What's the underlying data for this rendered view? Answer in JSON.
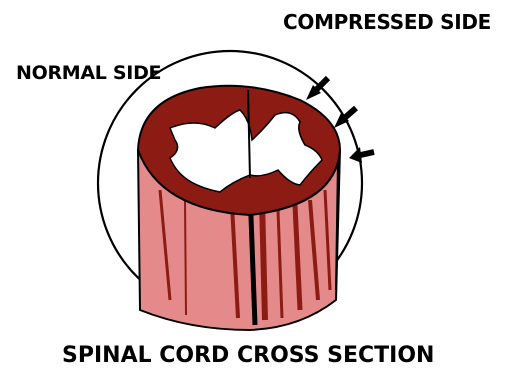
{
  "labels": {
    "compressed_side": "COMPRESSED SIDE",
    "normal_side": "NORMAL SIDE",
    "caption": "SPINAL CORD CROSS SECTION"
  },
  "colors": {
    "gray_matter": "#8c1b14",
    "white_matter": "#ffffff",
    "cord_side": "#e58a8a",
    "outline": "#000000"
  },
  "icons": [
    "compression-arrow-icon",
    "compression-arrow-icon",
    "compression-arrow-icon"
  ]
}
